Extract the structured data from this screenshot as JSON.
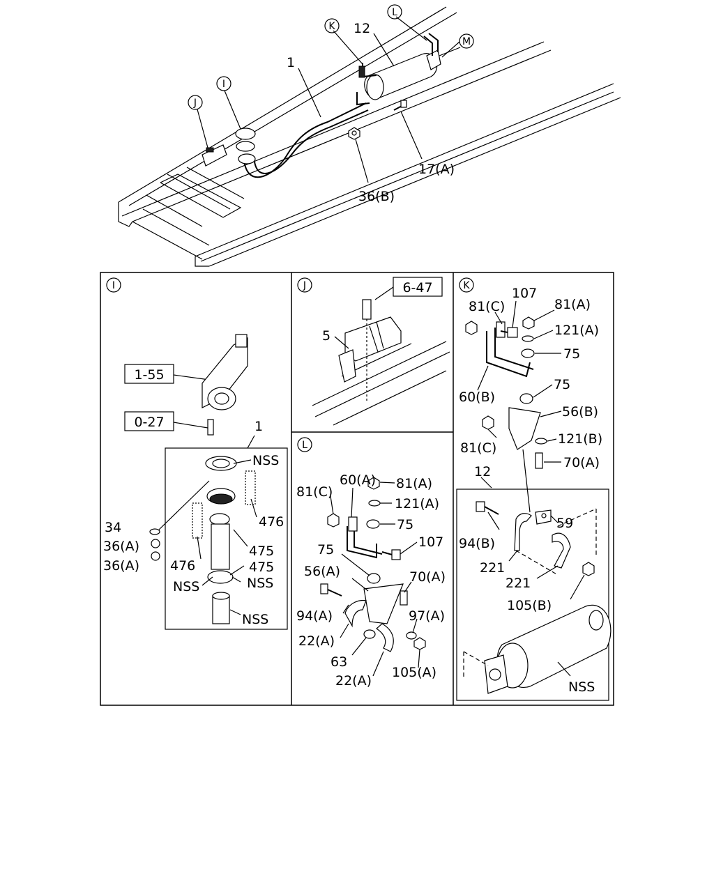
{
  "overview": {
    "callouts": {
      "K": "K",
      "L": "L",
      "M": "M",
      "I": "I",
      "J": "J"
    },
    "labels": {
      "item12": "12",
      "item1": "1",
      "item17a": "17(A)",
      "item36b": "36(B)"
    }
  },
  "panel_i": {
    "circle": "I",
    "ref1": "1-55",
    "ref2": "0-27",
    "item1": "1",
    "nss1": "NSS",
    "item476a": "476",
    "item475a": "475",
    "item476b": "476",
    "item475b": "475",
    "nss2": "NSS",
    "nss3": "NSS",
    "nss4": "NSS",
    "item34": "34",
    "item36a1": "36(A)",
    "item36a2": "36(A)"
  },
  "panel_j": {
    "circle": "J",
    "ref": "6-47",
    "item5": "5"
  },
  "panel_l": {
    "circle": "L",
    "item81c": "81(C)",
    "item60a": "60(A)",
    "item81a": "81(A)",
    "item121a": "121(A)",
    "item75a": "75",
    "item75b": "75",
    "item107": "107",
    "item56a": "56(A)",
    "item70a": "70(A)",
    "item94a": "94(A)",
    "item97a": "97(A)",
    "item22a1": "22(A)",
    "item63": "63",
    "item22a2": "22(A)",
    "item105a": "105(A)"
  },
  "panel_k": {
    "circle": "K",
    "item107": "107",
    "item81c": "81(C)",
    "item81a": "81(A)",
    "item121a": "121(A)",
    "item75a": "75",
    "item60b": "60(B)",
    "item75b": "75",
    "item56b": "56(B)",
    "item81c2": "81(C)",
    "item121b": "121(B)",
    "item70a": "70(A)",
    "item12": "12",
    "item59": "59",
    "item94b": "94(B)",
    "item221a": "221",
    "item221b": "221",
    "item105b": "105(B)",
    "nss": "NSS"
  }
}
